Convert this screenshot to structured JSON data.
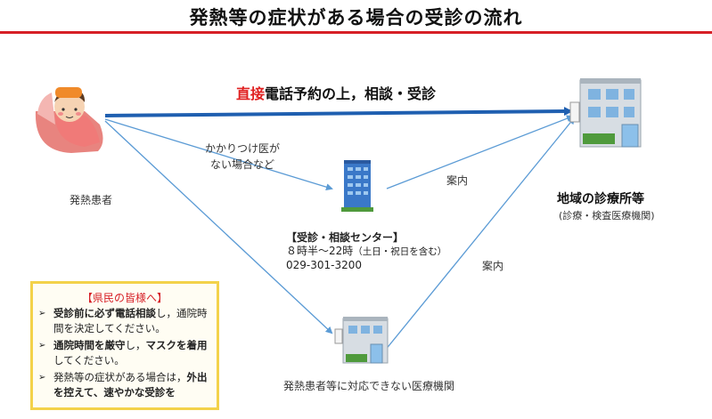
{
  "title": "発熱等の症状がある場合の受診の流れ",
  "main_flow": {
    "highlight": "直接",
    "rest": "電話予約の上，相談・受診"
  },
  "no_doctor": {
    "line1": "かかりつけ医が",
    "line2": "ない場合など"
  },
  "patient_label": "発熱患者",
  "guide_label_1": "案内",
  "guide_label_2": "案内",
  "clinic": {
    "title": "地域の診療所等",
    "subtitle": "(診療・検査医療機関)"
  },
  "center": {
    "title": "【受診・相談センター】",
    "hours_main": "８時半～22時",
    "hours_note": "（土日・祝日を含む）",
    "phone": "029-301-3200"
  },
  "cannot_label": "発熱患者等に対応できない医療機関",
  "notice": {
    "title": "【県民の皆様へ】",
    "items": [
      {
        "bold": "受診前に必ず電話相談",
        "text": "し，通院時間を決定してください。"
      },
      {
        "bold": "通院時間を厳守",
        "text": "し，",
        "bold2": "マスクを着用",
        "text2": "してください。"
      },
      {
        "text": "発熱等の症状がある場合は，",
        "bold": "外出を控えて、速やかな受診を"
      }
    ]
  },
  "colors": {
    "accent_red": "#d61f26",
    "arrow_blue": "#1f5fb0",
    "thin_arrow": "#5b9bd5",
    "notice_border": "#f3d24a"
  },
  "icons": [
    "sick-patient-icon",
    "clinic-building-icon",
    "office-tower-icon",
    "hospital-building-icon"
  ]
}
